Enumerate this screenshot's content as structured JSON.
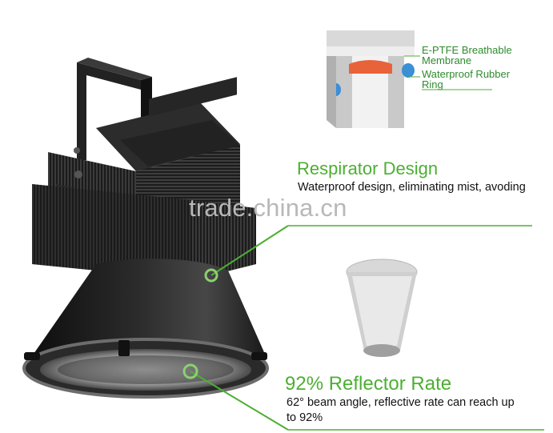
{
  "membrane_label": "E-PTFE Breathable Membrane",
  "membrane_label_line1": "E-PTFE Breathable",
  "membrane_label_line2": "Membrane",
  "ring_label_line1": "Waterproof Rubber",
  "ring_label_line2": "Ring",
  "respirator": {
    "title": "Respirator Design",
    "description": "Waterproof design, eliminating mist, avoding"
  },
  "reflector": {
    "title": "92% Reflector Rate",
    "description_line1": "62° beam angle, reflective rate can reach up",
    "description_line2": "to 92%"
  },
  "watermark": "trade.china.cn",
  "colors": {
    "accent_green": "#4caf33",
    "label_green": "#2e8b2e",
    "lamp_body": "#1f1f1f",
    "membrane_orange": "#e8623a",
    "ring_blue": "#3a8fd6"
  }
}
